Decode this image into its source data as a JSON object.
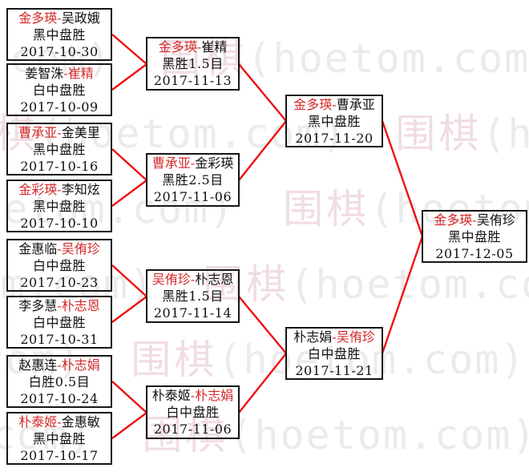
{
  "colors": {
    "background": "#ffffff",
    "box_border": "#161616",
    "text": "#111111",
    "winner_red": "#d42a2a",
    "line_red": "#ee1111",
    "watermark_cjk": "#f0dde3",
    "watermark_latin": "#ebebeb"
  },
  "separator": "-",
  "watermark": {
    "cjk": "围棋",
    "latin": "(hoetom.com)"
  },
  "matches": [
    {
      "round": "round-of-16",
      "p1": "金多瑛",
      "p2": "吴政娥",
      "winner": 1,
      "result": "黑中盘胜",
      "date": "2017-10-30"
    },
    {
      "round": "round-of-16",
      "p1": "姜智洙",
      "p2": "崔精",
      "winner": 2,
      "result": "白中盘胜",
      "date": "2017-10-09"
    },
    {
      "round": "round-of-16",
      "p1": "曹承亚",
      "p2": "金美里",
      "winner": 1,
      "result": "黑中盘胜",
      "date": "2017-10-16"
    },
    {
      "round": "round-of-16",
      "p1": "金彩瑛",
      "p2": "李知炫",
      "winner": 1,
      "result": "黑中盘胜",
      "date": "2017-10-10"
    },
    {
      "round": "round-of-16",
      "p1": "金惠临",
      "p2": "吴侑珍",
      "winner": 2,
      "result": "白中盘胜",
      "date": "2017-10-23"
    },
    {
      "round": "round-of-16",
      "p1": "李多慧",
      "p2": "朴志恩",
      "winner": 2,
      "result": "白中盘胜",
      "date": "2017-10-31"
    },
    {
      "round": "round-of-16",
      "p1": "赵惠连",
      "p2": "朴志娟",
      "winner": 2,
      "result": "白胜0.5目",
      "date": "2017-10-24"
    },
    {
      "round": "round-of-16",
      "p1": "朴泰姬",
      "p2": "金惠敏",
      "winner": 1,
      "result": "黑中盘胜",
      "date": "2017-10-17"
    },
    {
      "round": "quarterfinal",
      "p1": "金多瑛",
      "p2": "崔精",
      "winner": 1,
      "result": "黑胜1.5目",
      "date": "2017-11-13"
    },
    {
      "round": "quarterfinal",
      "p1": "曹承亚",
      "p2": "金彩瑛",
      "winner": 1,
      "result": "黑胜2.5目",
      "date": "2017-11-06"
    },
    {
      "round": "quarterfinal",
      "p1": "吴侑珍",
      "p2": "朴志恩",
      "winner": 1,
      "result": "黑胜1.5目",
      "date": "2017-11-14"
    },
    {
      "round": "quarterfinal",
      "p1": "朴泰姬",
      "p2": "朴志娟",
      "winner": 2,
      "result": "白中盘胜",
      "date": "2017-11-06"
    },
    {
      "round": "semifinal",
      "p1": "金多瑛",
      "p2": "曹承亚",
      "winner": 1,
      "result": "黑中盘胜",
      "date": "2017-11-20"
    },
    {
      "round": "semifinal",
      "p1": "朴志娟",
      "p2": "吴侑珍",
      "winner": 2,
      "result": "白中盘胜",
      "date": "2017-11-21"
    },
    {
      "round": "final",
      "p1": "金多瑛",
      "p2": "吴侑珍",
      "winner": 1,
      "result": "黑中盘胜",
      "date": "2017-12-05"
    }
  ]
}
